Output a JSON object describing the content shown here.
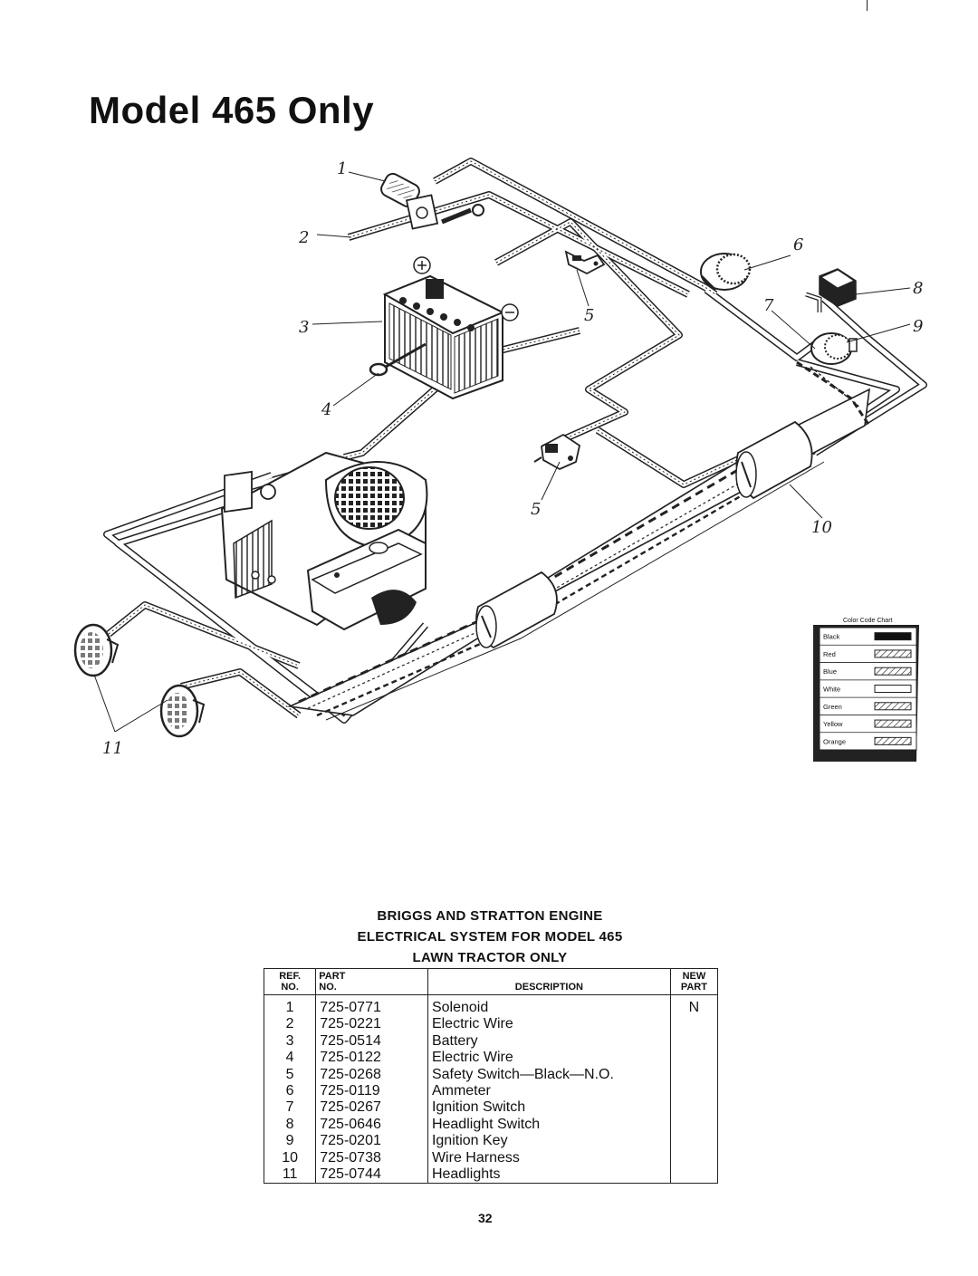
{
  "page": {
    "title": "Model 465 Only",
    "page_number": "32"
  },
  "diagram": {
    "callouts": [
      "1",
      "2",
      "3",
      "4",
      "5",
      "5",
      "6",
      "7",
      "8",
      "9",
      "10",
      "11"
    ]
  },
  "color_code_chart": {
    "title": "Color Code Chart",
    "entries": [
      {
        "label": "Black",
        "color": "#111111"
      },
      {
        "label": "Red",
        "color": "#cc2222"
      },
      {
        "label": "Blue",
        "color": "#2244aa"
      },
      {
        "label": "White",
        "color": "#ffffff"
      },
      {
        "label": "Green",
        "color": "#228833"
      },
      {
        "label": "Yellow",
        "color": "#e0c020"
      },
      {
        "label": "Orange",
        "color": "#e07020"
      }
    ]
  },
  "parts_list": {
    "heading_lines": [
      "BRIGGS AND STRATTON ENGINE",
      "ELECTRICAL SYSTEM FOR MODEL 465",
      "LAWN TRACTOR ONLY"
    ],
    "headers": {
      "ref_line1": "REF.",
      "ref_line2": "NO.",
      "part_line1": "PART",
      "part_line2": "NO.",
      "description": "DESCRIPTION",
      "new_line1": "NEW",
      "new_line2": "PART"
    },
    "rows": [
      {
        "ref": "1",
        "part": "725-0771",
        "description": "Solenoid",
        "new": "N"
      },
      {
        "ref": "2",
        "part": "725-0221",
        "description": "Electric Wire",
        "new": ""
      },
      {
        "ref": "3",
        "part": "725-0514",
        "description": "Battery",
        "new": ""
      },
      {
        "ref": "4",
        "part": "725-0122",
        "description": "Electric Wire",
        "new": ""
      },
      {
        "ref": "5",
        "part": "725-0268",
        "description": "Safety Switch—Black—N.O.",
        "new": ""
      },
      {
        "ref": "6",
        "part": "725-0119",
        "description": "Ammeter",
        "new": ""
      },
      {
        "ref": "7",
        "part": "725-0267",
        "description": "Ignition Switch",
        "new": ""
      },
      {
        "ref": "8",
        "part": "725-0646",
        "description": "Headlight Switch",
        "new": ""
      },
      {
        "ref": "9",
        "part": "725-0201",
        "description": "Ignition Key",
        "new": ""
      },
      {
        "ref": "10",
        "part": "725-0738",
        "description": "Wire Harness",
        "new": ""
      },
      {
        "ref": "11",
        "part": "725-0744",
        "description": "Headlights",
        "new": ""
      }
    ]
  }
}
